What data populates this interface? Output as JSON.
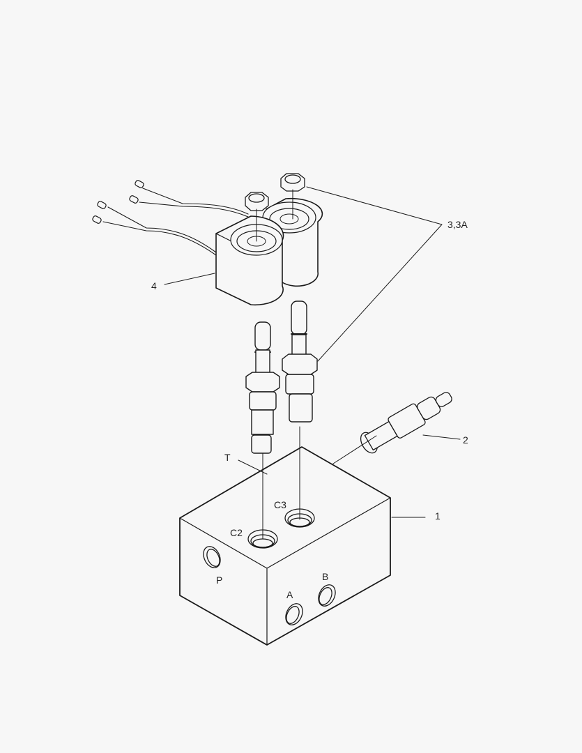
{
  "diagram": {
    "type": "exploded-parts-view",
    "subject": "hydraulic valve block assembly",
    "background": "#f7f7f7",
    "line_color": "#1a1a1a",
    "callouts": [
      {
        "id": "1",
        "label": "1",
        "part": "valve-block"
      },
      {
        "id": "2",
        "label": "2",
        "part": "relief-cartridge"
      },
      {
        "id": "3",
        "label": "3,3A",
        "part": "solenoid-nuts-and-cartridges"
      },
      {
        "id": "4",
        "label": "4",
        "part": "double-solenoid-coil"
      }
    ],
    "ports": [
      {
        "id": "T",
        "label": "T"
      },
      {
        "id": "C2",
        "label": "C2"
      },
      {
        "id": "C3",
        "label": "C3"
      },
      {
        "id": "P",
        "label": "P"
      },
      {
        "id": "A",
        "label": "A"
      },
      {
        "id": "B",
        "label": "B"
      }
    ]
  }
}
